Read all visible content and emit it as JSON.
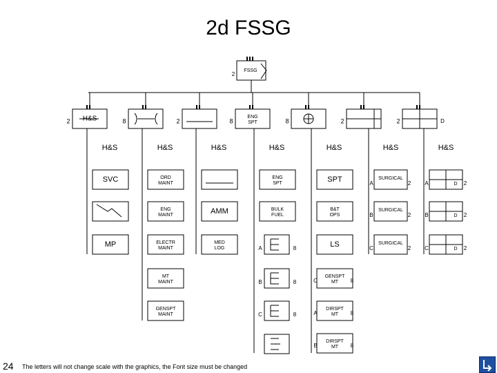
{
  "title": "2d FSSG",
  "page_number": "24",
  "footnote": "The letters will not change scale with the graphics, the Font size must be changed",
  "top": {
    "label": "FSSG",
    "side": "2"
  },
  "top_row": [
    {
      "label": "H&S",
      "left": "2",
      "right": ""
    },
    {
      "label": "",
      "left": "8",
      "right": ""
    },
    {
      "label": "",
      "left": "2",
      "right": ""
    },
    {
      "label": "ENG\nSPT",
      "left": "8",
      "right": ""
    },
    {
      "label": "",
      "left": "8",
      "right": ""
    },
    {
      "label": "",
      "left": "2",
      "right": ""
    },
    {
      "label": "",
      "left": "2",
      "right": "D"
    }
  ],
  "columns": [
    [
      "H&S",
      "SVC",
      "",
      "MP"
    ],
    [
      "H&S",
      "ORD\nMAINT",
      "ENG\nMAINT",
      "ELECTR\nMAINT",
      "MT\nMAINT",
      "GENSPT\nMAINT"
    ],
    [
      "H&S",
      "",
      "AMM",
      "MED\nLOG"
    ],
    [
      "H&S",
      "ENG\nSPT",
      "BULK\nFUEL",
      "",
      "",
      "",
      ""
    ],
    [
      "H&S",
      "SPT",
      "B&T\nOPS",
      "LS",
      "GENSPT\nMT",
      "DIRSPT\nMT",
      "DIRSPT\nMT"
    ],
    [
      "H&S",
      "SURGICAL",
      "SURGICAL",
      "SURGICAL"
    ],
    [
      "H&S",
      "D",
      "D",
      "D"
    ]
  ],
  "col3_letters": [
    "A",
    "B",
    "C"
  ],
  "col3_right": [
    "8",
    "8",
    "8"
  ],
  "col4_letters": [
    "C",
    "A",
    "B"
  ],
  "col4_right": [
    "8",
    "8",
    "8"
  ],
  "col5_letters": [
    "A",
    "B",
    "C"
  ],
  "col5_right": [
    "2",
    "2",
    "2"
  ],
  "col6_letters": [
    "A",
    "B",
    "C"
  ],
  "col6_right": [
    "2",
    "2",
    "2"
  ]
}
